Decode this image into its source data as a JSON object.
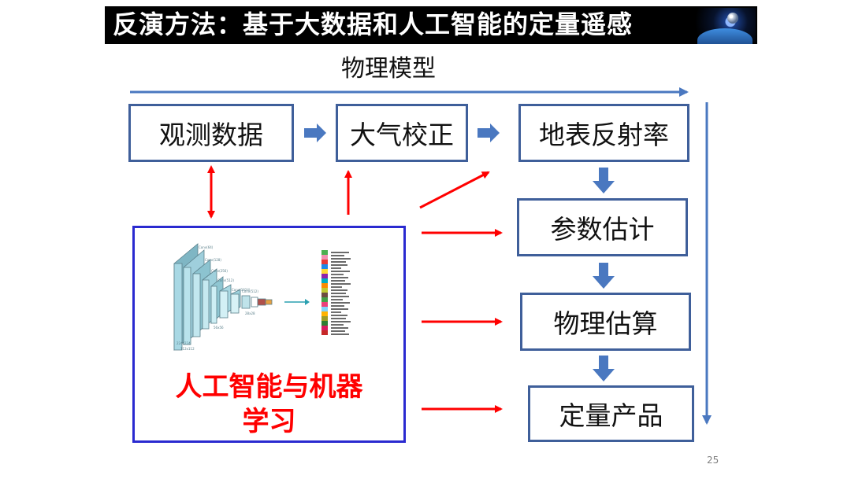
{
  "title": "反演方法：基于大数据和人工智能的定量遥感",
  "flow_label": "物理模型",
  "boxes": {
    "observation": "观测数据",
    "atmospheric_correction": "大气校正",
    "surface_reflectance": "地表反射率",
    "parameter_estimation": "参数估计",
    "physical_estimation": "物理估算",
    "quantitative_products": "定量产品"
  },
  "ml_box_label": "人工智能与机器学习",
  "page_number": "25",
  "icons": {
    "title_image": "space-earth-thumbnail-icon",
    "cnn_diagram": "cnn-network-icon",
    "classification_output": "classification-legend-icon"
  },
  "colors": {
    "title_bar_bg": "#000000",
    "title_text": "#ffffff",
    "flow_arrow": "#4a78c0",
    "box_border": "#3f5f9a",
    "ml_border": "#2a2ad0",
    "red_arrow": "#ff0000",
    "ml_label": "#ff0000"
  }
}
